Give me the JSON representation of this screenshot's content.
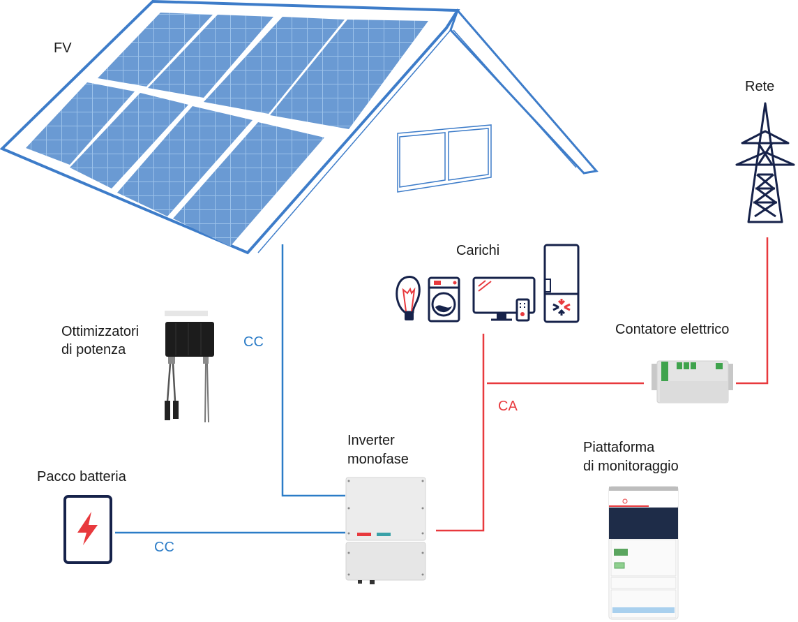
{
  "title": "Schema impianto fotovoltaico con batteria",
  "labels": {
    "pv": "FV",
    "grid": "Rete",
    "loads": "Carichi",
    "optimizers_line1": "Ottimizzatori",
    "optimizers_line2": "di potenza",
    "meter": "Contatore elettrico",
    "inverter_line1": "Inverter",
    "inverter_line2": "monofase",
    "battery": "Pacco batteria",
    "monitoring_line1": "Piattaforma",
    "monitoring_line2": "di monitoraggio",
    "dc_top": "CC",
    "dc_bottom": "CC",
    "ac": "CA"
  },
  "icons": {
    "loads": [
      "light-bulb-icon",
      "washing-machine-icon",
      "tv-icon",
      "fridge-icon"
    ],
    "grid": "power-tower-icon",
    "battery": "battery-bolt-icon"
  },
  "colors": {
    "dc_line": "#2b7cc7",
    "ac_line": "#e8393d",
    "roof": "#3d7cc9",
    "panel": "#6a9ad3",
    "icon_dark": "#16224a",
    "icon_accent": "#e8393d"
  }
}
